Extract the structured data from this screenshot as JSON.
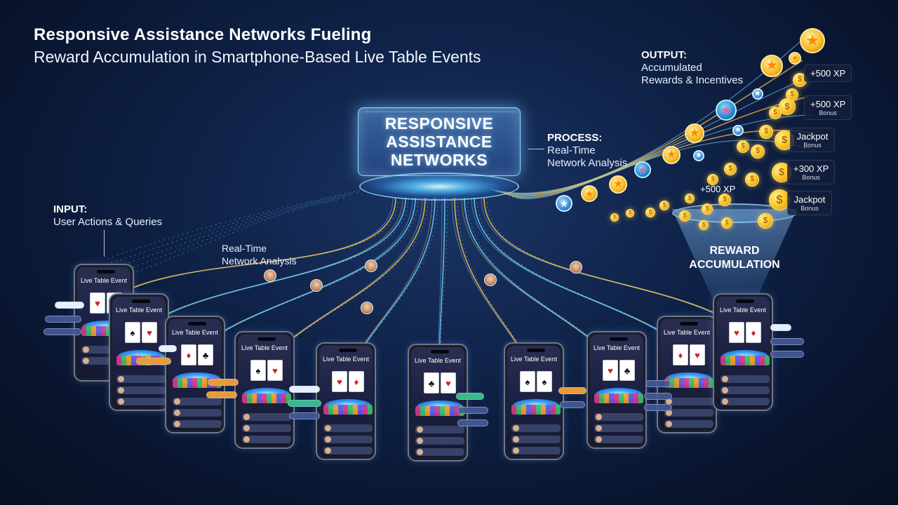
{
  "title": {
    "line1": "Responsive Assistance Networks Fueling",
    "line2": "Reward Accumulation in Smartphone-Based Live Table Events"
  },
  "hub": {
    "label": "RESPONSIVE ASSISTANCE NETWORKS"
  },
  "input": {
    "heading": "INPUT:",
    "text": "User Actions & Queries"
  },
  "mid_label": {
    "line1": "Real-Time",
    "line2": "Network Analysis"
  },
  "process": {
    "heading": "PROCESS:",
    "line1": "Real-Time",
    "line2": "Network Analysis"
  },
  "output": {
    "heading": "OUTPUT:",
    "line1": "Accumulated",
    "line2": "Rewards & Incentives"
  },
  "funnel": {
    "label_line1": "REWARD",
    "label_line2": "ACCUMULATION"
  },
  "rewards": [
    {
      "value": "+500 XP",
      "sub": ""
    },
    {
      "value": "+500 XP",
      "sub": "Bonus"
    },
    {
      "value": "Jackpot",
      "sub": "Bonus"
    },
    {
      "value": "+300 XP",
      "sub": "Bonus"
    },
    {
      "value": "Jackpot",
      "sub": "Bonus"
    }
  ],
  "floating_reward": "+500 XP",
  "phones": [
    {
      "screen_title": "Live Table Event"
    },
    {
      "screen_title": "Live Table Event"
    },
    {
      "screen_title": "Live Table Event"
    },
    {
      "screen_title": "Live Table Event"
    },
    {
      "screen_title": "Live Table Event"
    },
    {
      "screen_title": "Live Table Event"
    },
    {
      "screen_title": "Live Table Event"
    },
    {
      "screen_title": "Live Table Event"
    },
    {
      "screen_title": "Live Table Event"
    },
    {
      "screen_title": "Live Table Event"
    }
  ],
  "icons": {
    "coin": "dollar-coin-icon",
    "star": "star-badge-icon",
    "card": "playing-card-icon",
    "avatar": "user-avatar-icon"
  },
  "colors": {
    "background": "#0f2248",
    "stream_blue": "#6fd3ff",
    "stream_gold": "#ffc24a",
    "coin_gold": "#ffcf33",
    "hub_glow": "#8fd7ff"
  },
  "card_suits": [
    "♥",
    "♠",
    "♦",
    "♣"
  ],
  "coin_symbol": "$",
  "star_symbol": "★"
}
